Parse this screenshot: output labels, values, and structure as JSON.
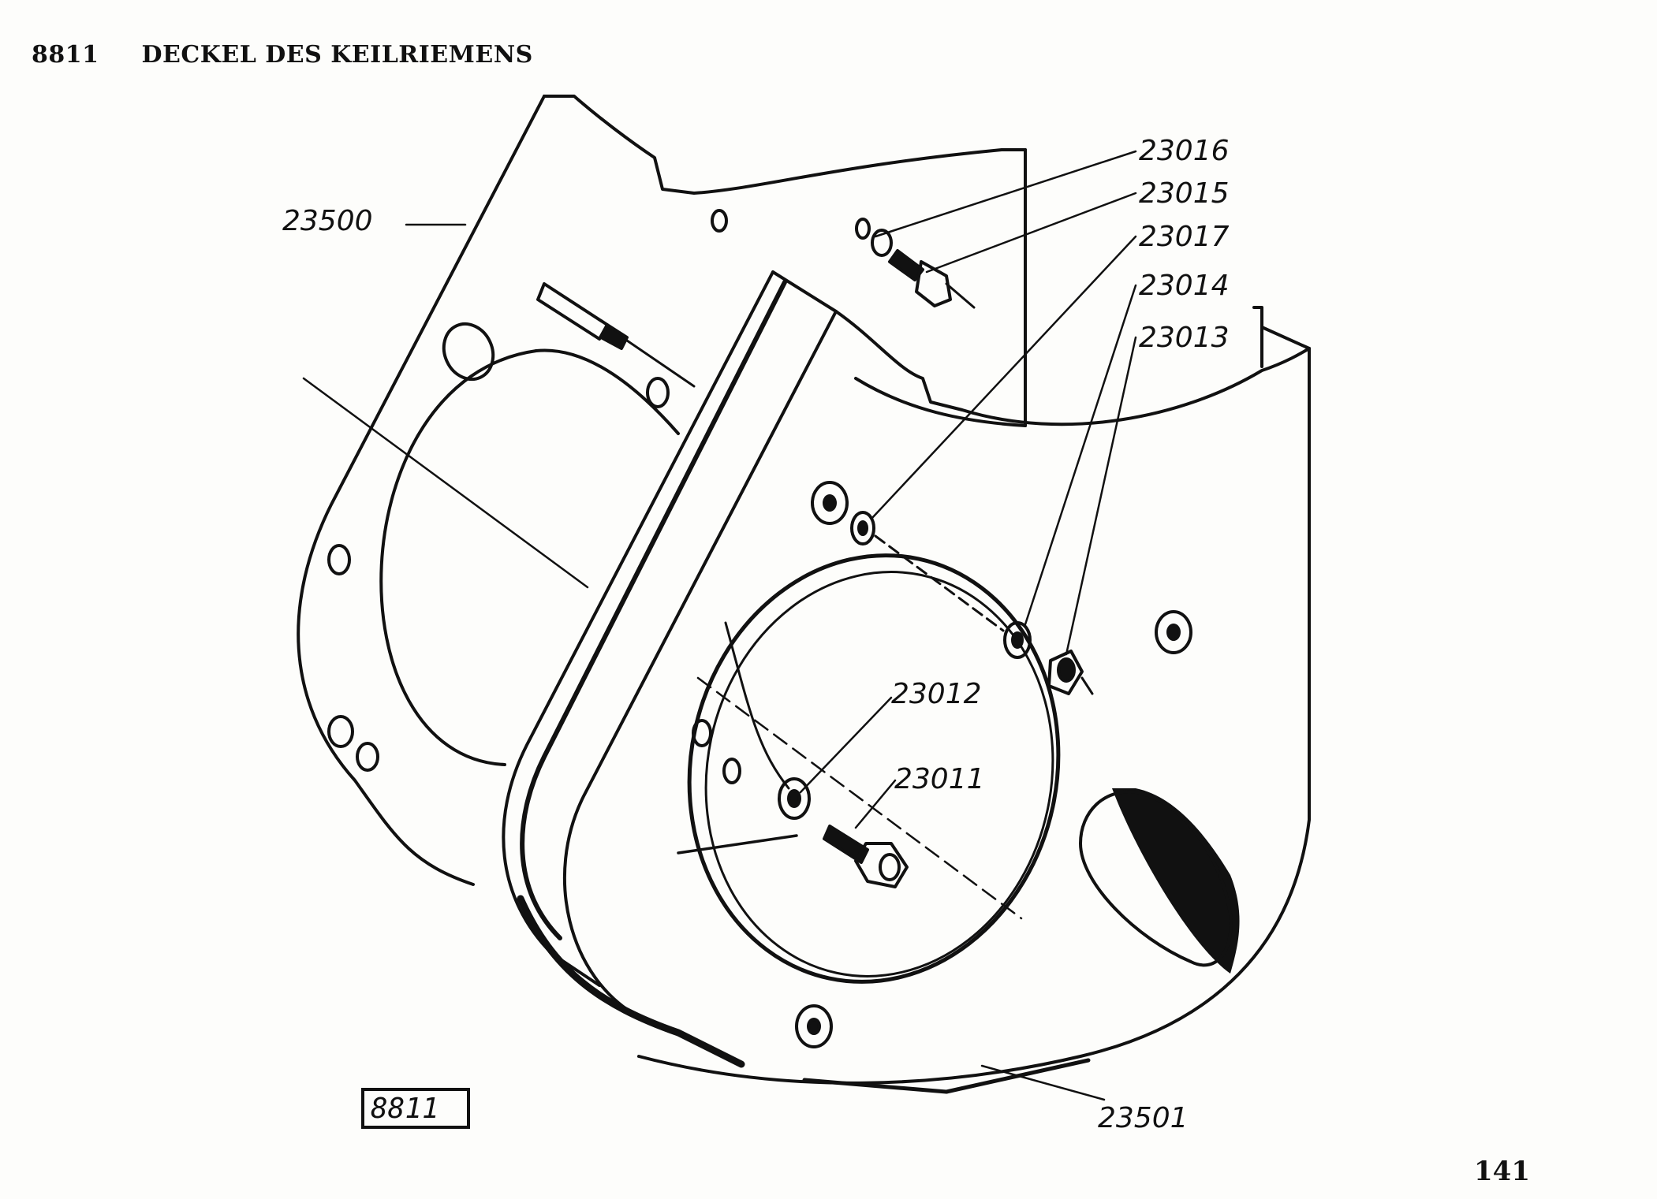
{
  "header": {
    "code": "8811",
    "title": "DECKEL DES KEILRIEMENS"
  },
  "figure_stamp": "8811",
  "page_number": "141",
  "callouts": {
    "p23500": "23500",
    "p23016": "23016",
    "p23015": "23015",
    "p23017": "23017",
    "p23014": "23014",
    "p23013": "23013",
    "p23012": "23012",
    "p23011": "23011",
    "p23501": "23501"
  },
  "colors": {
    "ink": "#111111",
    "paper": "#fdfdfb"
  }
}
